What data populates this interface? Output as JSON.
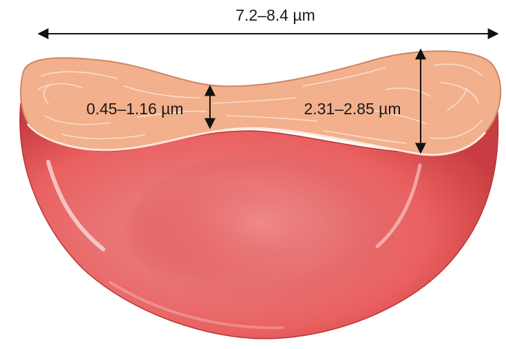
{
  "diagram": {
    "labels": {
      "diameter": "7.2–8.4 µm",
      "center_thickness": "0.45–1.16 µm",
      "rim_thickness": "2.31–2.85 µm"
    },
    "colors": {
      "cell_body_light": "#ef8a86",
      "cell_body_mid": "#e0585a",
      "cell_body_dark": "#c23a3e",
      "cross_section": "#f2b08c",
      "cross_section_edge": "#d88a6c",
      "arrow": "#111111"
    }
  }
}
